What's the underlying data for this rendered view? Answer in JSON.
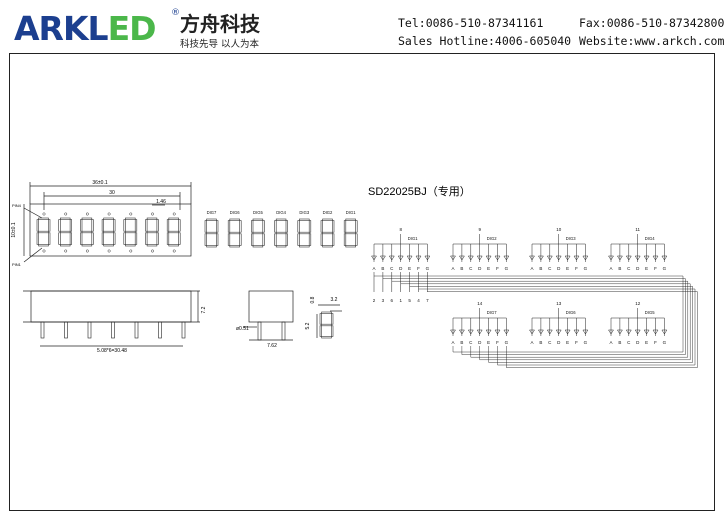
{
  "header": {
    "logo_text": "ARKL",
    "logo_swoosh": "ED",
    "registered": "®",
    "company_cn": "方舟科技",
    "slogan_cn": "科技先导  以人为本",
    "tel": "Tel:0086-510-87341161",
    "fax": "Fax:0086-510-87342800",
    "hotline": "Sales Hotline:4006-605040",
    "website": "Website:www.arkch.com"
  },
  "colors": {
    "brand_blue": "#1c3f8f",
    "brand_green": "#4bb74a",
    "line": "#222222"
  },
  "drawing": {
    "part_number": "SD22025BJ（专用）",
    "dim_total": "36±0.1",
    "dim_inner": "30",
    "dim_pitch": "1.46",
    "dim_height": "10±0.1",
    "label_pin_a": "PIN4",
    "label_pin_b": "PIN1",
    "dim_body_h": "7.2",
    "dim_pin_pitch": "5.08*6=30.48",
    "dim_pin_d": "ø0.51",
    "dim_side_w": "7.62",
    "dim_seg_top": "0.8",
    "dim_seg_w": "3.2",
    "dim_seg_h": "5.2",
    "digit_labels": [
      "DIG7",
      "DIG6",
      "DIG5",
      "DIG4",
      "DIG3",
      "DIG2",
      "DIG1"
    ],
    "segments": [
      "A",
      "B",
      "C",
      "D",
      "E",
      "F",
      "G"
    ],
    "bottom_pin_numbers": [
      "2",
      "3",
      "6",
      "1",
      "5",
      "4",
      "7"
    ],
    "top_groups": [
      {
        "pin": "8",
        "label": "DIG1"
      },
      {
        "pin": "9",
        "label": "DIG2"
      },
      {
        "pin": "10",
        "label": "DIG3"
      },
      {
        "pin": "11",
        "label": "DIG4"
      }
    ],
    "bottom_groups": [
      {
        "pin": "14",
        "label": "DIG7"
      },
      {
        "pin": "13",
        "label": "DIG6"
      },
      {
        "pin": "12",
        "label": "DIG5"
      }
    ]
  }
}
